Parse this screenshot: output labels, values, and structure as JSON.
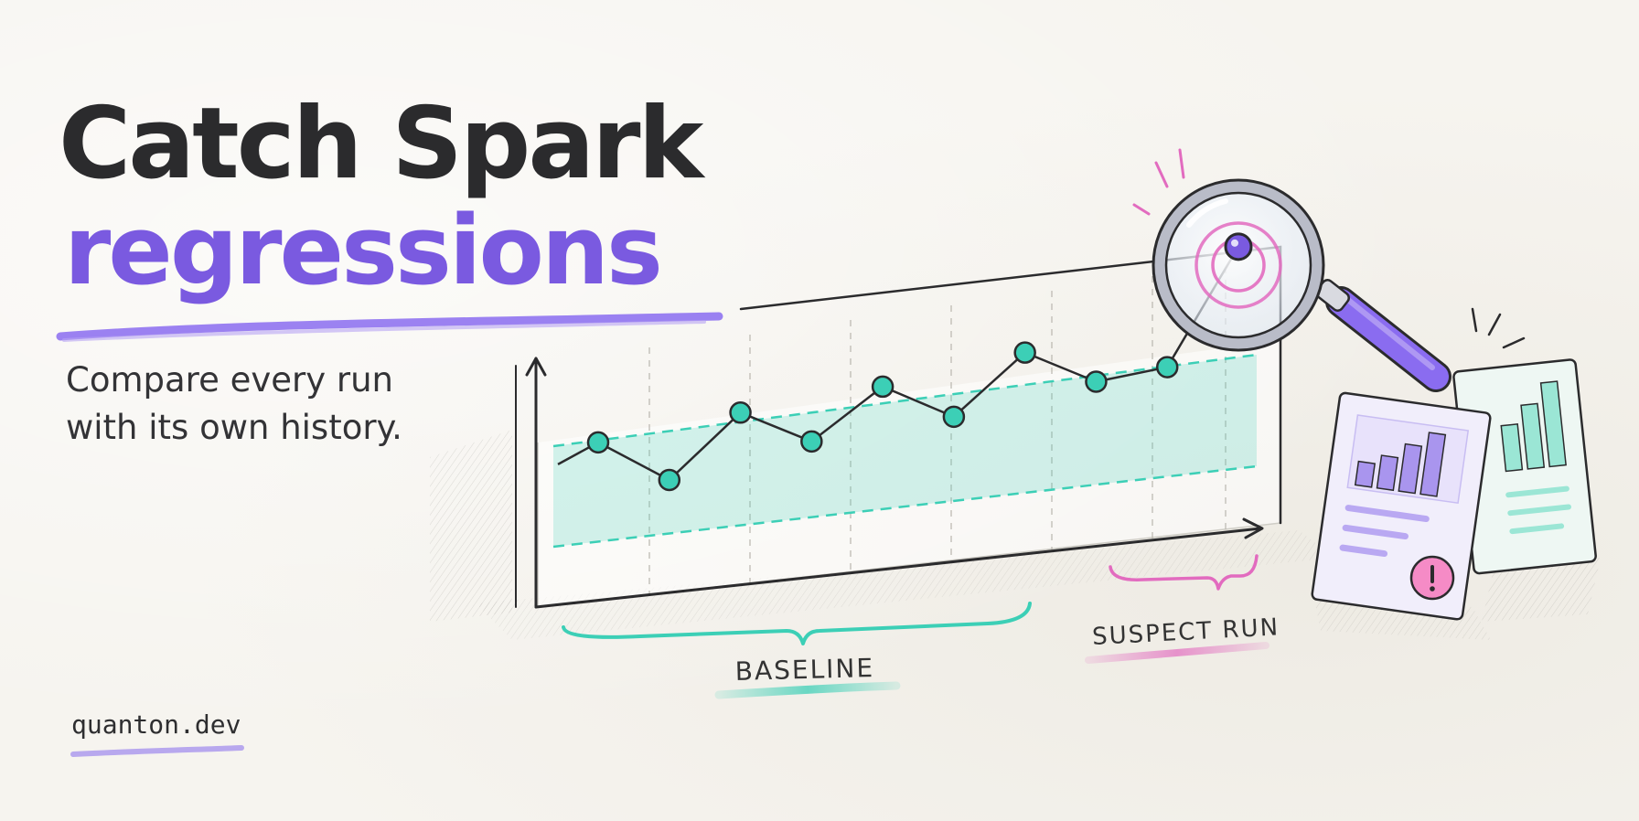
{
  "headline": {
    "line1": "Catch Spark",
    "line2": "regressions"
  },
  "subtitle": {
    "line1": "Compare every run",
    "line2": "with its own history."
  },
  "labels": {
    "baseline": "BASELINE",
    "suspect_run": "SUSPECT RUN"
  },
  "site": "quanton.dev",
  "colors": {
    "ink": "#2b2b2d",
    "accent_purple": "#7a5ae0",
    "baseline_teal": "#3ccfb6",
    "suspect_pink": "#e26bbf",
    "paper": "#f6f4ef"
  },
  "icons": [
    "magnifying-glass-icon",
    "alert-icon",
    "report-document-icon"
  ],
  "chart_data": {
    "type": "line",
    "title": "",
    "xlabel": "",
    "ylabel": "",
    "grid": true,
    "band_label": "BASELINE",
    "highlight_label": "SUSPECT RUN",
    "series": [
      {
        "values": [
          0.35,
          0.18,
          0.42,
          0.28,
          0.48,
          0.33,
          0.58,
          0.43,
          0.47,
          1.0
        ],
        "highlight_index": 9
      }
    ],
    "baseline_band": [
      0.1,
      0.6
    ]
  }
}
